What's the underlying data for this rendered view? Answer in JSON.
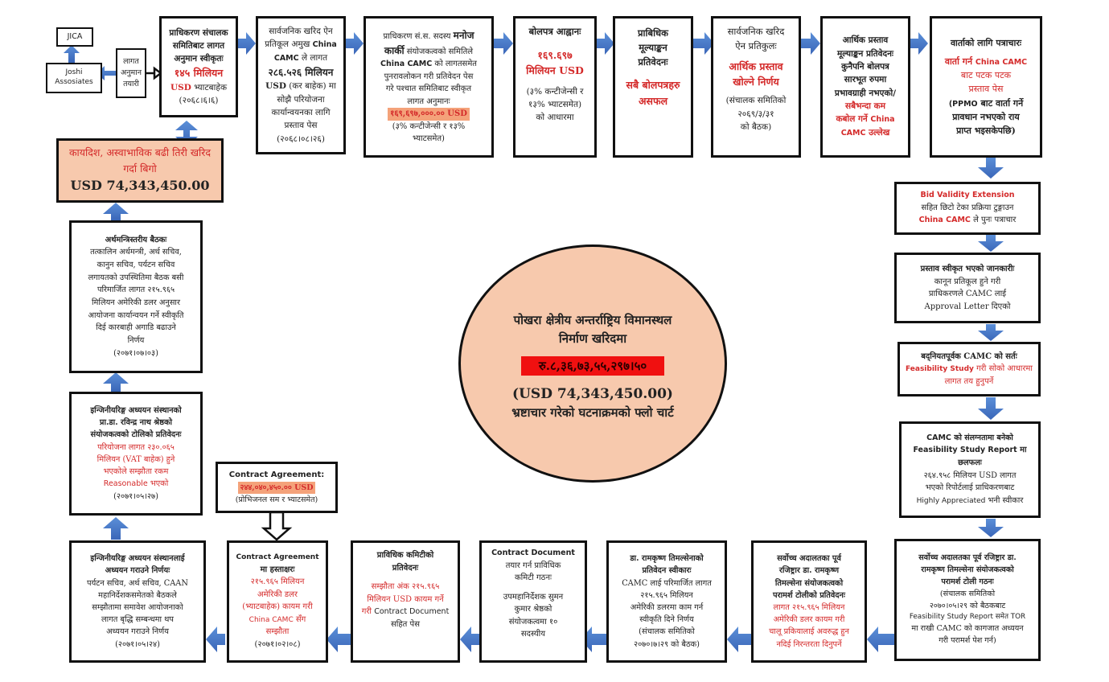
{
  "title": {
    "line1": "पोखरा क्षेत्रीय अन्तर्राष्ट्रिय विमानस्थल",
    "line2": "निर्माण खरिदमा",
    "amount_npr": "रु.८,३६,७३,५५,२९७।५०",
    "amount_usd": "(USD 74,343,450.00)",
    "line3": "भ्रष्टाचार गरेको घटनाक्रमको फ्लो चार्ट"
  },
  "colors": {
    "accent_red": "#d42a2a",
    "arrow_blue": "#4472c4",
    "highlight_peach": "#f7c9ad",
    "amount_red_bg": "#f01010"
  },
  "left": {
    "jica": "JICA",
    "joshi": "Joshi Assosiates",
    "estimate": "लागत अनुमान तयारी"
  },
  "top": [
    {
      "lines": [
        "प्राधिकरण संचालक",
        "समितिबाट लागत",
        "अनुमान स्वीकृतः"
      ],
      "red": "१४५ मिलियन",
      "red2": "USD",
      "after": "भ्याटबाहेक",
      "date": "(२०६८।६।६)"
    },
    {
      "l1": "सार्वजनिक खरिद ऐन",
      "l2": "प्रतिकूल अमुख",
      "l2b": "China",
      "l3a": "CAMC",
      "l3b": "ले लागत",
      "l4": "२८६.५२६ मिलियन",
      "l5a": "USD",
      "l5b": "(कर बाहेक) मा",
      "l6": "सोझै परियोजना",
      "l7": "कार्यान्वयनका लागि",
      "l8": "प्रस्ताव पेस",
      "date": "(२०६८।०८।२६)"
    },
    {
      "l1a": "प्राधिकरण सं.स. सदस्य",
      "l1b": "मनोज",
      "l2a": "कार्की",
      "l2b": "संयोजकत्वको समितिले",
      "l3a": "China CAMC",
      "l3b": "को लागतसमेत",
      "l4": "पुनरावलोकन गरी प्रतिवेदन पेस",
      "l5": "गरे पश्चात समितिबाट स्वीकृत",
      "l6": "लागत अनुमानः",
      "amount": "१६९,६९७,०००.०० USD",
      "note": "(३% कन्टीजेन्सी र १३%",
      "note2": "भ्याटसमेत)"
    },
    {
      "title": "बोलपत्र आह्वानः",
      "red": "१६९.६९७",
      "red2": "मिलियन USD",
      "note": "(३% कन्टीजेन्सी र",
      "note2": "१३% भ्याटसमेत)",
      "note3": "को आधारमा"
    },
    {
      "title": "प्राबिधिक",
      "title2": "मूल्याङ्कन",
      "title3": "प्रतिवेदनः",
      "red": "सबै बोलपत्रहरु",
      "red2": "असफल"
    },
    {
      "l1": "सार्वजनिक खरिद",
      "l2": "ऐन प्रतिकुलः",
      "red": "आर्थिक प्रस्ताव",
      "red2": "खोल्ने निर्णय",
      "note": "(संचालक समितिको",
      "note2": "२०६९/३/३१",
      "note3": "को  बैठक)"
    },
    {
      "t1": "आर्थिक प्रस्ताव",
      "t2": "मूल्याङ्कन प्रतिवेदनः",
      "l1": "कुनैपनि बोलपत्र",
      "l2": "सारभूत रुपमा",
      "l3": "प्रभावग्राही नभएको/",
      "red": "सबैभन्दा कम",
      "red2a": "कबोल गर्ने",
      "red2b": "China",
      "red3a": "CAMC",
      "red3b": "उल्लेख"
    },
    {
      "title": "वार्ताको लागि पत्राचारः",
      "red1a": "वार्ता गर्न",
      "red1b": "China CAMC",
      "red2": "बाट पटक पटक",
      "red3": "प्रस्ताव पेस",
      "n1a": "(PPMO",
      "n1b": "बाट वार्ता गर्ने",
      "n2": "प्रावधान नभएको राय",
      "n3": "प्राप्त भइसकेपछि)"
    }
  ],
  "loss_box": {
    "l1": "कायदिश, अस्वाभाविक बढी तिरी खरिद",
    "l2": "गर्दा बिगो",
    "usd": "USD 74,343,450.00"
  },
  "ministerial": {
    "title": "अर्थमन्त्रिस्तरीय बैठकः",
    "lines": [
      "तत्कालिन अर्थमन्त्री, अर्थ सचिव,",
      "कानुन सचिव, पर्यटन सचिव",
      "लगायतको उपस्थितिमा बैठक बसी",
      "परिमार्जित लागत २१५.९६५",
      "मिलियन अमेरिकी डलर अनुसार",
      "आयोजना कार्यान्वयन गर्ने स्वीकृति",
      "दिई कारबाही अगाडि बढाउने",
      "निर्णय"
    ],
    "date": "(२०७१।०७।०३)"
  },
  "ioe_report": {
    "lines": [
      "इन्जिनीयरिङ्ग अध्ययन संस्थानको",
      "प्रा.डा. रविन्द्र नाथ श्रेष्ठको",
      "संयोजकत्वको टोलिको प्रतिवेदनः"
    ],
    "red": [
      "परियोजना लागत २३०.०६५",
      "मिलियन (VAT बाहेक) हुने",
      "भएकोले सम्झौता रकम"
    ],
    "red_en": "Reasonable",
    "red_tail": "भएको",
    "date": "(२०७१।०५।२७)"
  },
  "contract_note": {
    "title": "Contract Agreement:",
    "amount": "२४४,०४०,४५०.०० USD",
    "note": "(प्रोभिजनल सम र भ्याटसमेत)"
  },
  "right": [
    {
      "red1": "Bid Validity Extension",
      "l2": "सहित छिटो टेका प्रक्रिया टुङ्गाउन",
      "red3": "China  CAMC",
      "l3": "ले पुनः पत्राचार"
    },
    {
      "title": "प्रस्ताव स्वीकृत भएको जानकारीः",
      "l1": "कानून प्रतिकूल हुने गरी",
      "l2": "प्राधिकरणले CAMC लाई",
      "l3": "Approval Letter दिएको"
    },
    {
      "title": "बद्नियतपूर्वक CAMC को सर्तः",
      "red1a": "Feasibility Study",
      "red1b": "गरी सोको आधारमा",
      "red2": "लागत तय हुनुपर्ने"
    },
    {
      "t1": "CAMC को संलग्नतामा बनेको",
      "t2a": "Feasibility Study  Report",
      "t2b": "मा",
      "t3": "छलफलः",
      "l1": "२६४.९५८ मिलियन USD लागत",
      "l2": "भएको रिपोर्टलाई प्राधिकरणबाट",
      "l3a": "Highly Appreciated",
      "l3b": "भनी स्वीकार"
    }
  ],
  "bottom": [
    {
      "title": "सर्वोच्च अदालतका पूर्व रजिष्ट्रार डा.",
      "title2": "रामकृष्ण तिमल्सेना संयोजकत्वको",
      "title3": "परामर्श टोली गठनः",
      "l1": "(संचालक समितिको",
      "l2": "२०७०।०५।२९ को बैठकबाट",
      "l3": "Feasibility Study  Report समेत TOR",
      "l4": "मा राखी CAMC को कागजात अध्ययन",
      "l5": "गरी परामर्श पेश गर्न)"
    },
    {
      "title": "सर्वोच्च अदालतका पूर्व",
      "title2": "रजिष्ट्रार डा. रामकृष्ण",
      "title3": "तिमल्सेना संयोजकत्वको",
      "title4": "परामर्श टोलीको प्रतिवेदनः",
      "red": [
        "लागत २१५.९६५ मिलियन",
        "अमेरिकी डलर कायम गरी",
        "चालू प्रकियालाई अवरुद्ध हुन",
        "नदिई निरन्तरता दिनुपर्ने"
      ]
    },
    {
      "title": "डा. रामकृष्ण तिमल्सेनाको",
      "title2": "प्रतिवेदन स्वीकारः",
      "lines": [
        "CAMC लाई परिमार्जित लागत",
        "२१५.९६५ मिलियन",
        "अमेरिकी डलरमा काम गर्न",
        "स्वीकृति दिने निर्णय",
        "(संचालक समितिको",
        "२०७०।७।२९ को बैठक)"
      ]
    },
    {
      "t1": "Contract Document",
      "t2": "तयार गर्न प्राविधिक",
      "t3": "कमिटी गठनः",
      "lines": [
        "उपमहानिर्देशक सुमन",
        "कुमार श्रेष्ठको",
        "संयोजकत्वमा १०",
        "सदस्यीय"
      ]
    },
    {
      "title": "प्राविधिक कमिटीको",
      "title2": "प्रतिवेदनः",
      "red": [
        "सम्झौता अंक २१५.९६५",
        "मिलियन USD कायम गर्ने"
      ],
      "red3": "गरी",
      "en": "Contract Document",
      "tail": "सहित पेस"
    },
    {
      "t1": "Contract Agreement",
      "t2": "मा हस्ताक्षरः",
      "red": [
        "२१५.९६५ मिलियन",
        "अमेरिकी डलर",
        "(भ्याटबाहेक) कायम गरी"
      ],
      "red_en": "China CAMC",
      "red_tail": "सँग",
      "red_last": "सम्झौता",
      "date": "(२०७१।०२।०८)"
    },
    {
      "title": "इन्जिनीयरिङ्ग अध्ययन संस्थानलाई",
      "title2": "अध्ययन गराउने निर्णयः",
      "lines": [
        "पर्यटन सचिव, अर्थ सचिव, CAAN",
        "महानिर्देशकसमेतको बैठकले",
        "सम्झौतामा समावेश आयोजनाको",
        "लागत बृद्धि सम्बन्धमा थप",
        "अध्ययन गराउने निर्णय"
      ],
      "date": "(२०७१।०५।२४)"
    }
  ]
}
